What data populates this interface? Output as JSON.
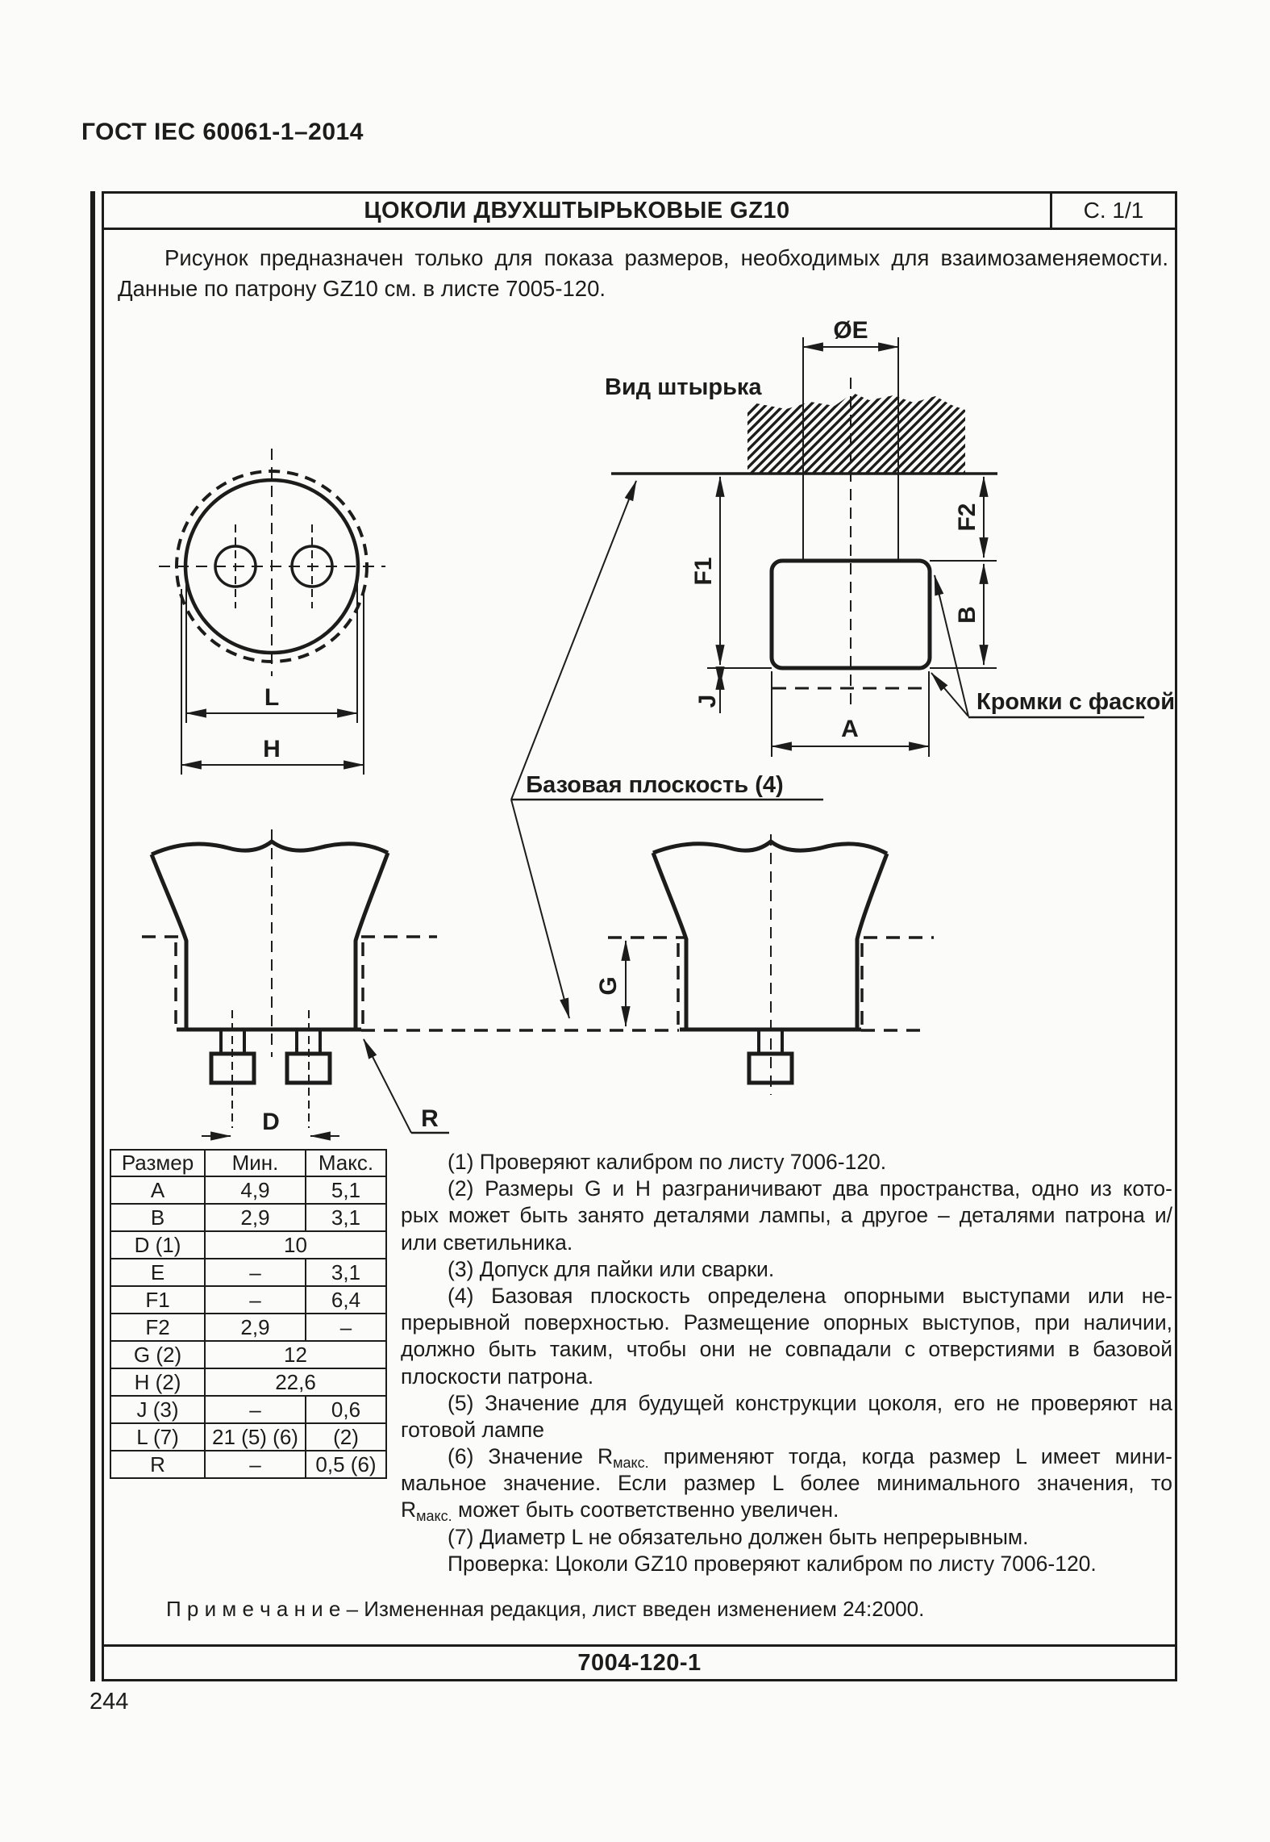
{
  "page": {
    "standard": "ГОСТ IEC 60061-1–2014",
    "page_number": "244"
  },
  "sheet": {
    "title": "ЦОКОЛИ ДВУХШТЫРЬКОВЫЕ GZ10",
    "page_ref": "С. 1/1",
    "sheet_number": "7004-120-1"
  },
  "intro": {
    "line1": "Рисунок предназначен только для показа размеров, необходимых для взаимозаменяемости.",
    "line2": "Данные по патрону GZ10 см. в листе 7005-120."
  },
  "drawing": {
    "labels": {
      "pin_view": "Вид штырька",
      "diameter_e": "ØE",
      "f1": "F1",
      "f2": "F2",
      "b": "B",
      "j": "J",
      "a": "A",
      "chamfer": "Кромки с фаской",
      "base_plane": "Базовая плоскость (4)",
      "l": "L",
      "h": "H",
      "g": "G",
      "d": "D",
      "r": "R"
    },
    "ink_color": "#1c1c1c"
  },
  "table": {
    "headers": [
      "Размер",
      "Мин.",
      "Макс."
    ],
    "rows": [
      {
        "label": "A",
        "min": "4,9",
        "max": "5,1"
      },
      {
        "label": "B",
        "min": "2,9",
        "max": "3,1"
      },
      {
        "label": "D (1)",
        "value": "10"
      },
      {
        "label": "E",
        "min": "–",
        "max": "3,1"
      },
      {
        "label": "F1",
        "min": "–",
        "max": "6,4"
      },
      {
        "label": "F2",
        "min": "2,9",
        "max": "–"
      },
      {
        "label": "G (2)",
        "value": "12"
      },
      {
        "label": "H (2)",
        "value": "22,6"
      },
      {
        "label": "J (3)",
        "min": "–",
        "max": "0,6"
      },
      {
        "label": "L (7)",
        "min": "21 (5) (6)",
        "max": "(2)"
      },
      {
        "label": "R",
        "min": "–",
        "max": "0,5 (6)"
      }
    ]
  },
  "notes": {
    "lines": [
      {
        "text": "(1) Проверяют калибром по листу 7006-120."
      },
      {
        "text": "(2) Размеры G и H разграничивают два пространства, одно из кото-"
      },
      {
        "text": "рых может быть занято деталями лампы, а другое – деталями патрона и/"
      },
      {
        "text": "или светильника."
      },
      {
        "text": "(3) Допуск для пайки или сварки."
      },
      {
        "text": "(4) Базовая плоскость определена опорными выступами или не-"
      },
      {
        "text": "прерывной поверхностью. Размещение опорных выступов, при наличии,"
      },
      {
        "text": "должно быть таким, чтобы они не совпадали с отверстиями в базовой"
      },
      {
        "text": "плоскости патрона."
      },
      {
        "text": "(5) Значение для будущей конструкции цоколя, его не проверяют на"
      },
      {
        "text": "готовой лампе"
      },
      {
        "pre": "(6) Значение R",
        "sub": "макс.",
        "post": " применяют тогда, когда размер L имеет мини-"
      },
      {
        "text": "мальное значение. Если размер L более минимального значения, то"
      },
      {
        "pre": "R",
        "sub": "макс.",
        "post": " может быть соответственно увеличен."
      },
      {
        "text": "(7) Диаметр L не обязательно должен быть непрерывным."
      },
      {
        "text": "Проверка: Цоколи GZ10 проверяют калибром по листу 7006-120."
      }
    ]
  },
  "note_bottom": "П р и м е ч а н и е  – Измененная редакция, лист введен изменением 24:2000."
}
